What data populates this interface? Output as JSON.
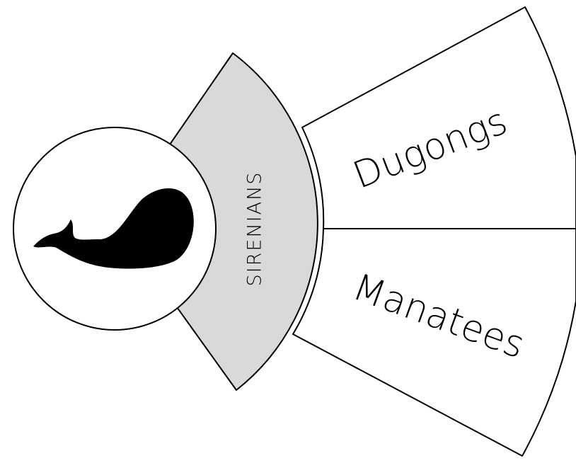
{
  "diagram": {
    "center_label": "SIRENIANS",
    "branches": [
      {
        "label": "Dugongs"
      },
      {
        "label": "Manatees"
      }
    ],
    "icon": "whale-icon"
  },
  "colors": {
    "background": "#ffffff",
    "stroke": "#000000",
    "inner_ring_fill": "#d9d9d9",
    "outer_ring_fill": "#ffffff",
    "hub_fill": "#ffffff",
    "icon_fill": "#000000"
  }
}
